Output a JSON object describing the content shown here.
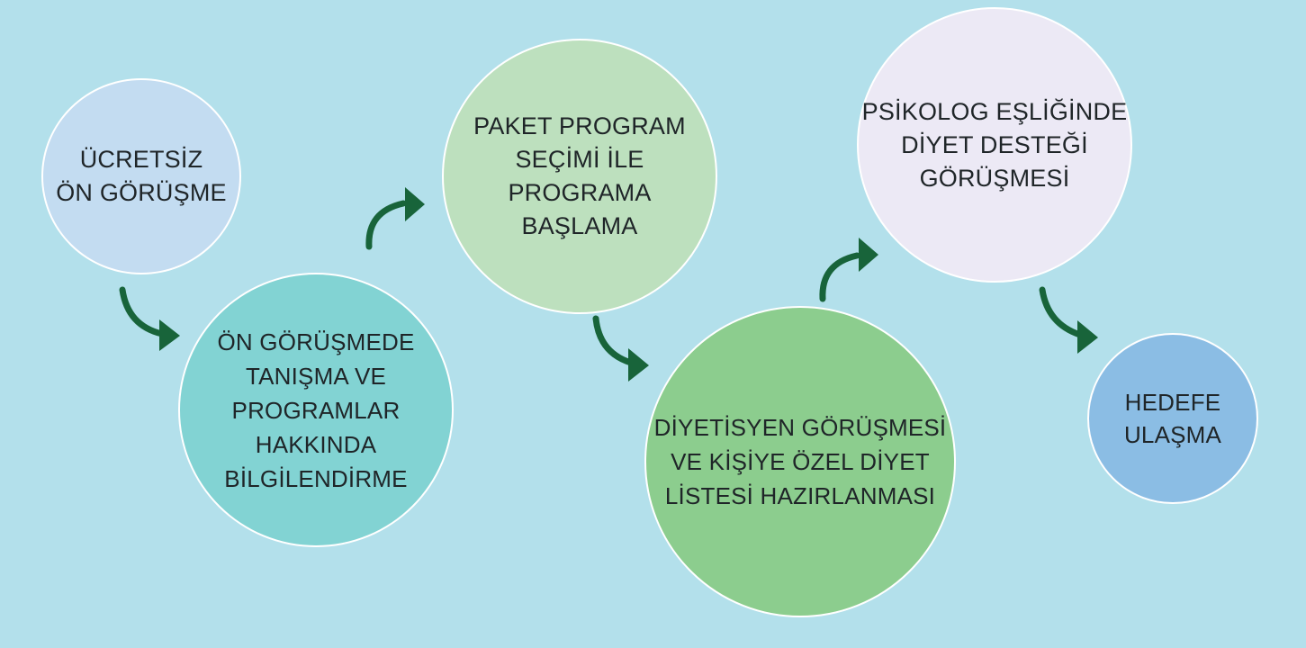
{
  "colors": {
    "background": "#b3e0eb",
    "arrow": "#18643a",
    "text": "#1f2528"
  },
  "steps": [
    {
      "label": "ÜCRETSİZ\nÖN GÖRÜŞME",
      "fill": "#c3dcf1"
    },
    {
      "label": "ÖN GÖRÜŞMEDE\nTANIŞMA VE\nPROGRAMLAR\nHAKKINDA\nBİLGİLENDİRME",
      "fill": "#82d3d3"
    },
    {
      "label": "PAKET PROGRAM\nSEÇİMİ İLE PROGRAMA\nBAŞLAMA",
      "fill": "#bde0be"
    },
    {
      "label": "DİYETİSYEN GÖRÜŞMESİ\nVE KİŞİYE ÖZEL DİYET\nLİSTESİ HAZIRLANMASI",
      "fill": "#8ccd8e"
    },
    {
      "label": "PSİKOLOG EŞLİĞİNDE\nDİYET DESTEĞİ\nGÖRÜŞMESİ",
      "fill": "#ece9f5"
    },
    {
      "label": "HEDEFE\nULAŞMA",
      "fill": "#8bbde4"
    }
  ]
}
